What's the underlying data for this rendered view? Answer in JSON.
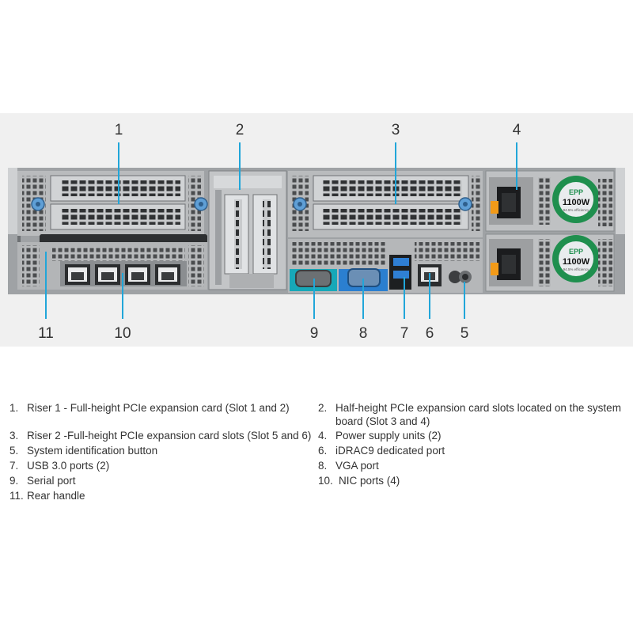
{
  "callouts": [
    {
      "num": "1"
    },
    {
      "num": "2"
    },
    {
      "num": "3"
    },
    {
      "num": "4"
    },
    {
      "num": "5"
    },
    {
      "num": "6"
    },
    {
      "num": "7"
    },
    {
      "num": "8"
    },
    {
      "num": "9"
    },
    {
      "num": "10"
    },
    {
      "num": "11"
    }
  ],
  "psu": {
    "badge": "EPP",
    "wattage": "1100W",
    "efficiency": "94.5% efficiency"
  },
  "legend": [
    {
      "num": "1.",
      "text": "Riser 1 - Full-height PCIe expansion card (Slot 1 and 2)"
    },
    {
      "num": "2.",
      "text": "Half-height PCIe expansion card slots located on the system board (Slot 3 and 4)"
    },
    {
      "num": "3.",
      "text": "Riser 2 -Full-height PCIe expansion card slots (Slot 5 and 6)"
    },
    {
      "num": "4.",
      "text": "Power supply units (2)"
    },
    {
      "num": "5.",
      "text": "System identification button"
    },
    {
      "num": "6.",
      "text": "iDRAC9 dedicated port"
    },
    {
      "num": "7.",
      "text": "USB 3.0 ports (2)"
    },
    {
      "num": "8.",
      "text": "VGA port"
    },
    {
      "num": "9.",
      "text": "Serial port"
    },
    {
      "num": "10.",
      "text": "NIC ports (4)"
    },
    {
      "num": "11.",
      "text": "Rear handle"
    }
  ],
  "colors": {
    "callout_line": "#21a6d9",
    "chassis": "#a9abad",
    "chassis_dark": "#2d2f31",
    "serial_bg": "#17a8b8",
    "vga_bg": "#2b7fd0",
    "thumbscrew": "#5f9fd6",
    "psu_ring": "#1f8f4e"
  }
}
